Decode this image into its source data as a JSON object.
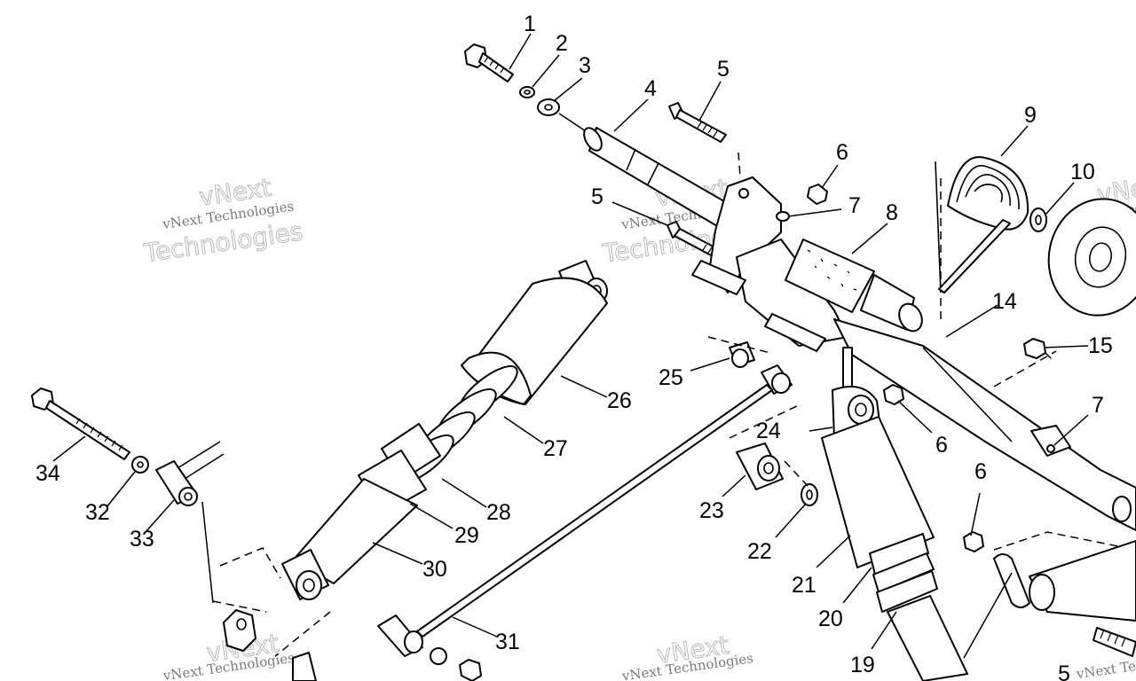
{
  "diagram": {
    "callouts": [
      {
        "id": "c1",
        "text": "1"
      },
      {
        "id": "c2",
        "text": "2"
      },
      {
        "id": "c3",
        "text": "3"
      },
      {
        "id": "c4",
        "text": "4"
      },
      {
        "id": "c5a",
        "text": "5"
      },
      {
        "id": "c5b",
        "text": "5"
      },
      {
        "id": "c5c",
        "text": "5"
      },
      {
        "id": "c6a",
        "text": "6"
      },
      {
        "id": "c6b",
        "text": "6"
      },
      {
        "id": "c6c",
        "text": "6"
      },
      {
        "id": "c7a",
        "text": "7"
      },
      {
        "id": "c7b",
        "text": "7"
      },
      {
        "id": "c8",
        "text": "8"
      },
      {
        "id": "c9",
        "text": "9"
      },
      {
        "id": "c10",
        "text": "10"
      },
      {
        "id": "c14",
        "text": "14"
      },
      {
        "id": "c15",
        "text": "15"
      },
      {
        "id": "c19",
        "text": "19"
      },
      {
        "id": "c20",
        "text": "20"
      },
      {
        "id": "c21",
        "text": "21"
      },
      {
        "id": "c22",
        "text": "22"
      },
      {
        "id": "c23",
        "text": "23"
      },
      {
        "id": "c24",
        "text": "24"
      },
      {
        "id": "c25",
        "text": "25"
      },
      {
        "id": "c26",
        "text": "26"
      },
      {
        "id": "c27",
        "text": "27"
      },
      {
        "id": "c28",
        "text": "28"
      },
      {
        "id": "c29",
        "text": "29"
      },
      {
        "id": "c30",
        "text": "30"
      },
      {
        "id": "c31",
        "text": "31"
      },
      {
        "id": "c32",
        "text": "32"
      },
      {
        "id": "c33",
        "text": "33"
      },
      {
        "id": "c34",
        "text": "34"
      }
    ],
    "watermark": {
      "line": "vNext Technologies",
      "word_top": "vNext",
      "word_bottom": "Technologies"
    },
    "colors": {
      "ink": "#000000",
      "watermark": "#7a7a7a",
      "background": "#ffffff"
    }
  }
}
